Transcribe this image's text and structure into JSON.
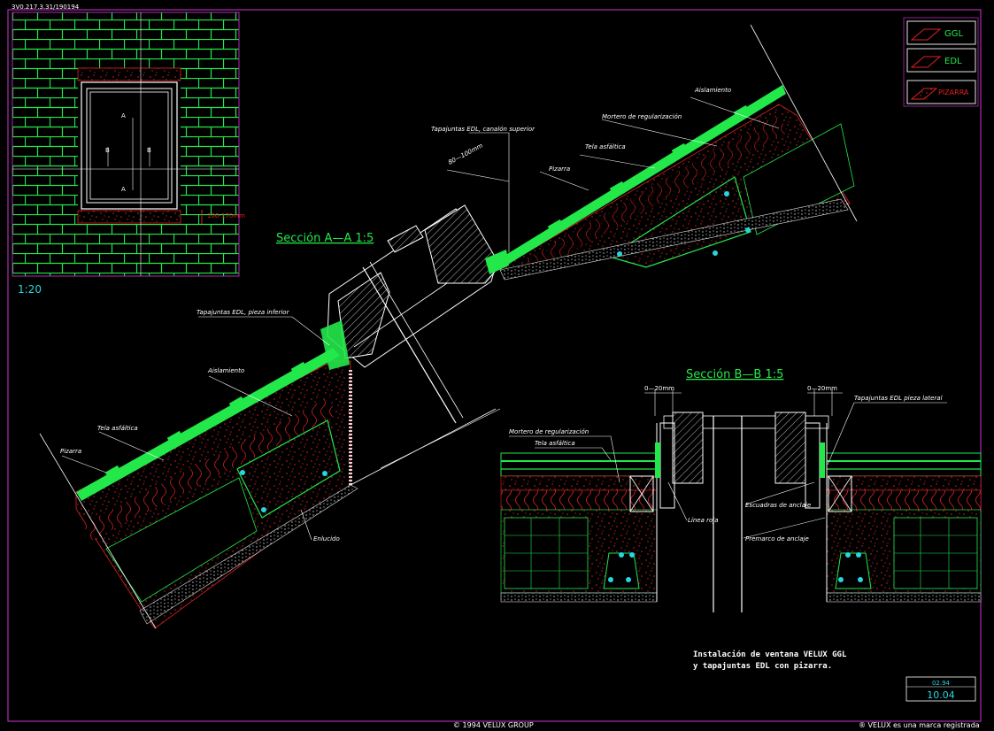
{
  "header": {
    "code": "3V0.217.3.31/190194"
  },
  "legend": [
    {
      "label": "GGL",
      "color": "#22e84a"
    },
    {
      "label": "EDL",
      "color": "#22e84a"
    },
    {
      "label": "PIZARRA",
      "color": "#e02020"
    }
  ],
  "plan": {
    "scale": "1:20",
    "dim": "100-170mm",
    "section_a": "A",
    "section_b": "B"
  },
  "section_aa": {
    "title": "Sección A—A 1:5",
    "labels": {
      "flashing_upper": "Tapajuntas EDL, canalón superior",
      "dim": "80—100mm",
      "pizarra": "Pizarra",
      "tela": "Tela asfáltica",
      "mortero": "Mortero de regularización",
      "aislamiento_top": "Aislamiento",
      "flashing_lower": "Tapajuntas EDL, pieza inferior",
      "aislamiento_low": "Aislamiento",
      "tela_low": "Tela asfáltica",
      "pizarra_low": "Pizarra",
      "enlucido": "Enlucido"
    }
  },
  "section_bb": {
    "title": "Sección B—B 1:5",
    "labels": {
      "dim_left": "0—20mm",
      "dim_right": "0—20mm",
      "flashing_side": "Tapajuntas EDL pieza lateral",
      "mortero": "Mortero de regularización",
      "tela": "Tela asfáltica",
      "linea_roja": "Línea roja",
      "escuadras": "Escuadras de anclaje",
      "premarco": "Premarco de anclaje"
    }
  },
  "caption": {
    "line1": "Instalación de ventana VELUX GGL",
    "line2": "y tapajuntas EDL con pizarra."
  },
  "title_block": {
    "date": "02.94",
    "sheet": "10.04"
  },
  "footer": {
    "copyright": "©  1994 VELUX GROUP",
    "trademark": "® VELUX es una marca registrada"
  },
  "colors": {
    "frame": "#b02bb0",
    "green": "#22e84a",
    "red": "#e02020",
    "white": "#ffffff",
    "cyan": "#27d6e0"
  }
}
